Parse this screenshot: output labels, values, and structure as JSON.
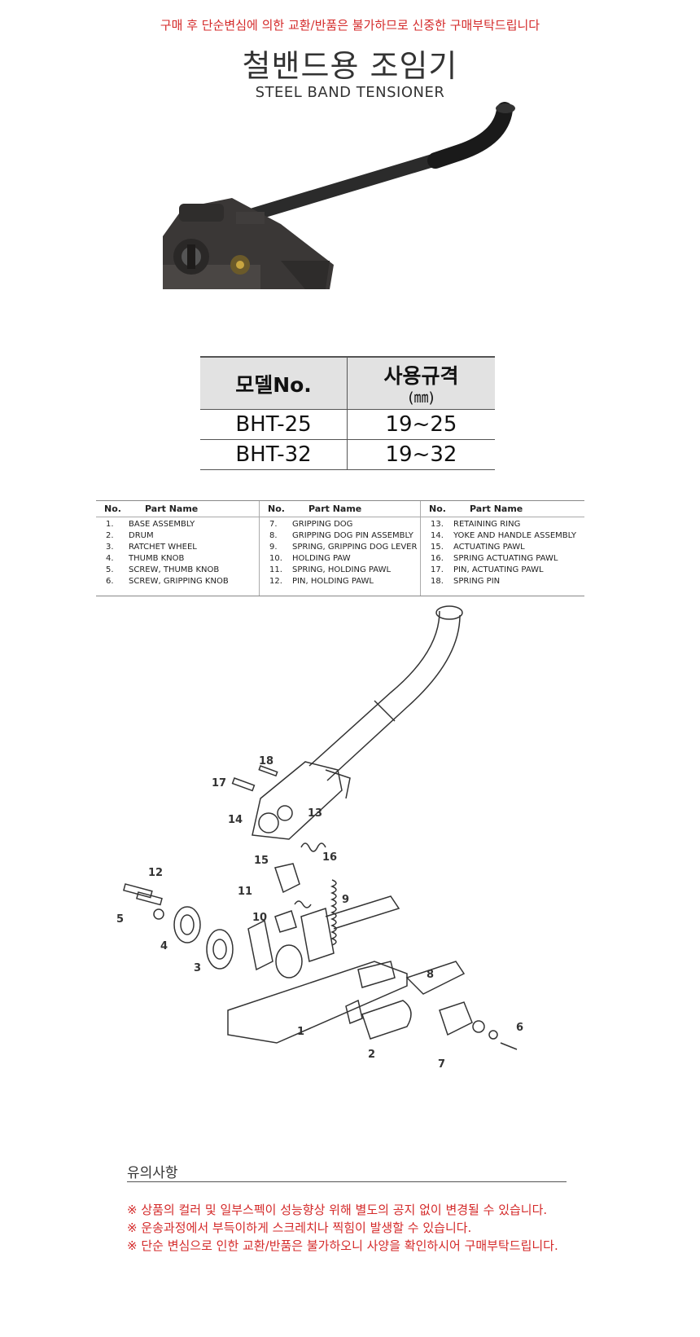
{
  "notice_top": "구매 후 단순변심에 의한 교환/반품은 불가하므로 신중한 구매부탁드립니다",
  "title_ko": "철밴드용 조임기",
  "title_en": "STEEL BAND TENSIONER",
  "spec_table": {
    "headers": [
      "모델No.",
      "사용규격"
    ],
    "unit": "(㎜)",
    "rows": [
      [
        "BHT-25",
        "19~25"
      ],
      [
        "BHT-32",
        "19~32"
      ]
    ]
  },
  "parts_table": {
    "header_no": "No.",
    "header_name": "Part Name",
    "columns": [
      [
        [
          "1.",
          "BASE ASSEMBLY"
        ],
        [
          "2.",
          "DRUM"
        ],
        [
          "3.",
          "RATCHET WHEEL"
        ],
        [
          "4.",
          "THUMB KNOB"
        ],
        [
          "5.",
          "SCREW, THUMB KNOB"
        ],
        [
          "6.",
          "SCREW, GRIPPING KNOB"
        ]
      ],
      [
        [
          "7.",
          "GRIPPING DOG"
        ],
        [
          "8.",
          "GRIPPING DOG PIN ASSEMBLY"
        ],
        [
          "9.",
          "SPRING, GRIPPING DOG LEVER"
        ],
        [
          "10.",
          "HOLDING PAW"
        ],
        [
          "11.",
          "SPRING, HOLDING PAWL"
        ],
        [
          "12.",
          "PIN, HOLDING PAWL"
        ]
      ],
      [
        [
          "13.",
          "RETAINING RING"
        ],
        [
          "14.",
          "YOKE AND HANDLE ASSEMBLY"
        ],
        [
          "15.",
          "ACTUATING PAWL"
        ],
        [
          "16.",
          "SPRING ACTUATING PAWL"
        ],
        [
          "17.",
          "PIN, ACTUATING PAWL"
        ],
        [
          "18.",
          "SPRING PIN"
        ]
      ]
    ]
  },
  "diagram_labels": [
    "17",
    "18",
    "14",
    "13",
    "15",
    "16",
    "12",
    "11",
    "9",
    "5",
    "10",
    "4",
    "3",
    "8",
    "1",
    "2",
    "7",
    "6"
  ],
  "caution_title": "유의사항",
  "caution_lines": [
    "※ 상품의 컬러 및 일부스펙이 성능향상 위해 별도의 공지 없이 변경될 수 있습니다.",
    "※ 운송과정에서 부득이하게 스크레치나 찍힘이 발생할 수 있습니다.",
    "※ 단순 변심으로 인한 교환/반품은 불가하오니 사양을 확인하시어 구매부탁드립니다."
  ]
}
